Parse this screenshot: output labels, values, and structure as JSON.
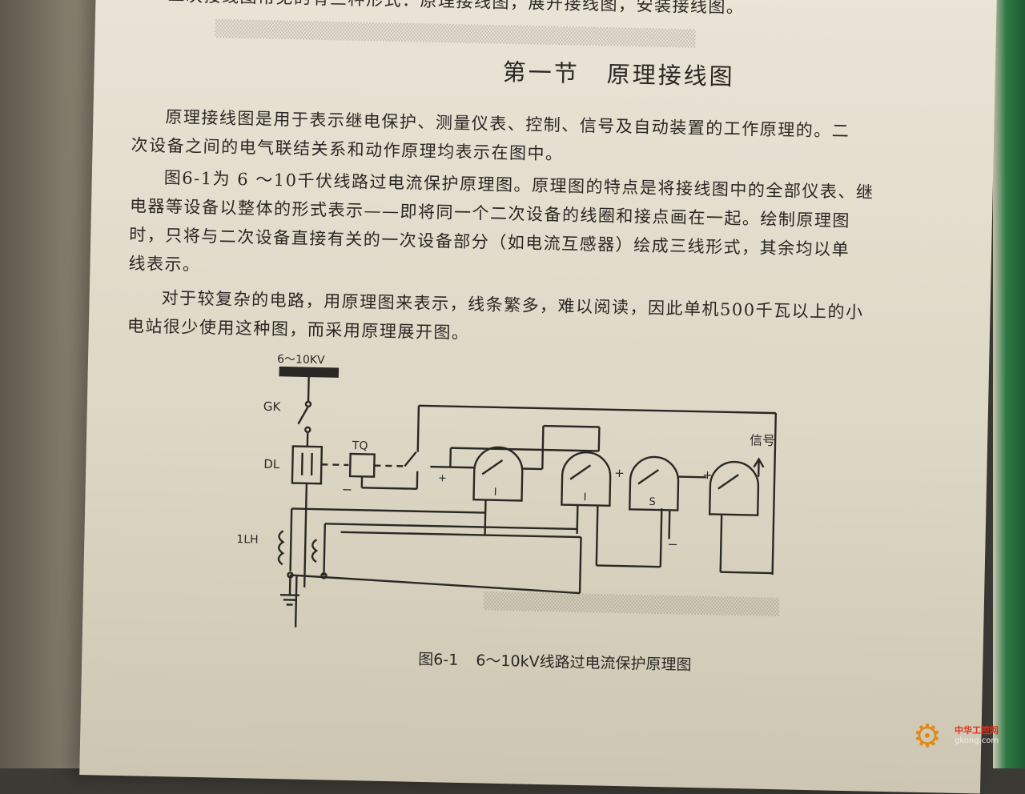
{
  "header_line": "二次接线图常见的有三种形式：原理接线图，展开接线图，安装接线图。",
  "section": {
    "number": "第一节",
    "title": "原理接线图"
  },
  "paragraphs": [
    "原理接线图是用于表示继电保护、测量仪表、控制、信号及自动装置的工作原理的。二",
    "次设备之间的电气联结关系和动作原理均表示在图中。",
    "图6-1为 6 ～10千伏线路过电流保护原理图。原理图的特点是将接线图中的全部仪表、继",
    "电器等设备以整体的形式表示——即将同一个二次设备的线圈和接点画在一起。绘制原理图",
    "时，只将与二次设备直接有关的一次设备部分（如电流互感器）绘成三线形式，其余均以单",
    "线表示。",
    "对于较复杂的电路，用原理图来表示，线条繁多，难以阅读，因此单机500千瓦以上的小",
    "电站很少使用这种图，而采用原理展开图。"
  ],
  "diagram": {
    "labels": {
      "voltage": "6～10KV",
      "gk": "GK",
      "dl": "DL",
      "tq": "TQ",
      "lh": "1LH",
      "signal": "信号",
      "relay1": "I",
      "relay2": "I",
      "relay3": "S",
      "plus": "+",
      "minus": "−"
    }
  },
  "figure_caption": {
    "number": "图6-1",
    "text": "6～10kV线路过电流保护原理图"
  },
  "watermark": {
    "brand": "中华工控网",
    "domain": "gkong.com"
  },
  "colors": {
    "paper": "#e4dfd0",
    "ink": "#2a2824",
    "watermark_gear": "#e08a1a"
  }
}
